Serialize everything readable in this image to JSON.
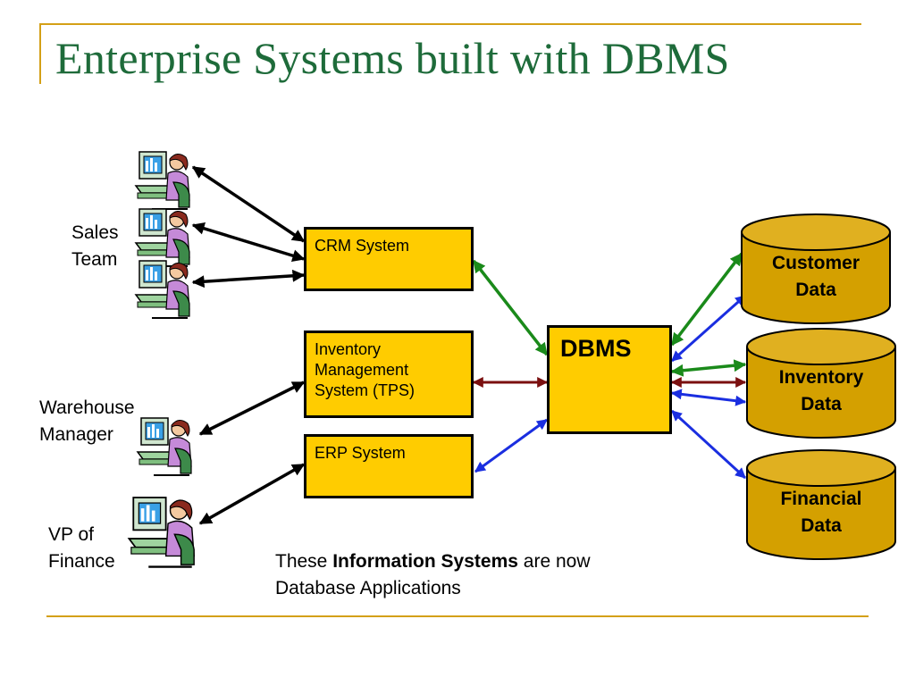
{
  "slide": {
    "title": "Enterprise Systems built with DBMS",
    "note_prefix": "These",
    "note_bold": "Information Systems",
    "note_suffix": "are now Database Applications"
  },
  "people": {
    "sales_line1": "Sales",
    "sales_line2": "Team",
    "warehouse_line1": "Warehouse",
    "warehouse_line2": "Manager",
    "vp_line1": "VP of",
    "vp_line2": "Finance"
  },
  "systems": {
    "crm": "CRM System",
    "inventory_line1": "Inventory",
    "inventory_line2": "Management",
    "inventory_line3": "System (TPS)",
    "erp": "ERP System",
    "dbms": "DBMS"
  },
  "databases": {
    "customer_line1": "Customer",
    "customer_line2": "Data",
    "inventory_line1": "Inventory",
    "inventory_line2": "Data",
    "financial_line1": "Financial",
    "financial_line2": "Data"
  },
  "colors": {
    "title": "#1e6b3a",
    "accent_rule": "#d4a017",
    "system_box": "#ffcc00",
    "database": "#d4a000",
    "arrow_black": "#000000",
    "arrow_green": "#1a8a1a",
    "arrow_blue": "#1a2ee0",
    "arrow_darkred": "#7a0f0f"
  }
}
